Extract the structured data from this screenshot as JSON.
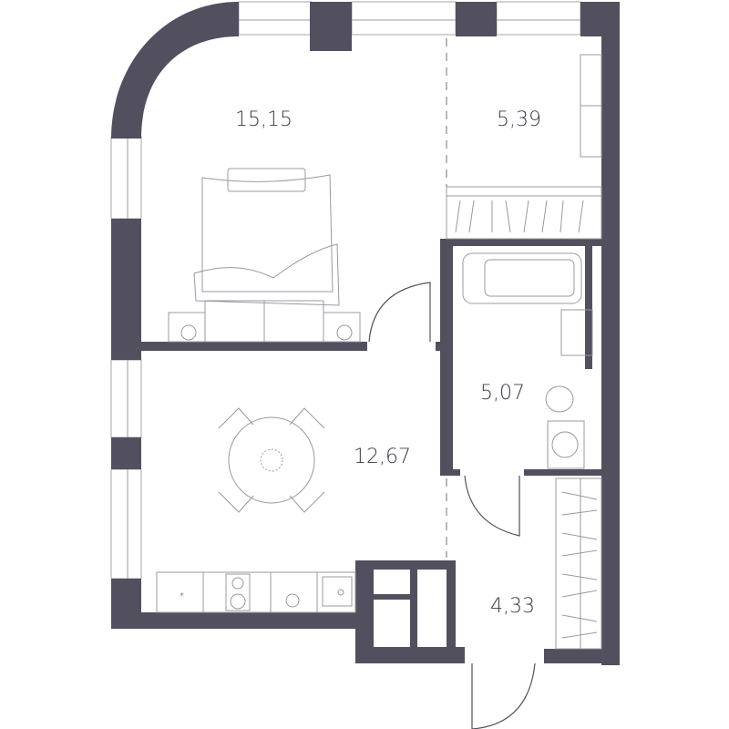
{
  "plan": {
    "rooms": [
      {
        "name": "bedroom",
        "area": "15,15"
      },
      {
        "name": "dressing",
        "area": "5,39"
      },
      {
        "name": "kitchen-living",
        "area": "12,67"
      },
      {
        "name": "bathroom",
        "area": "5,07"
      },
      {
        "name": "hallway",
        "area": "4,33"
      }
    ],
    "colors": {
      "wall": "#52505e",
      "text": "#3c3b48"
    }
  }
}
